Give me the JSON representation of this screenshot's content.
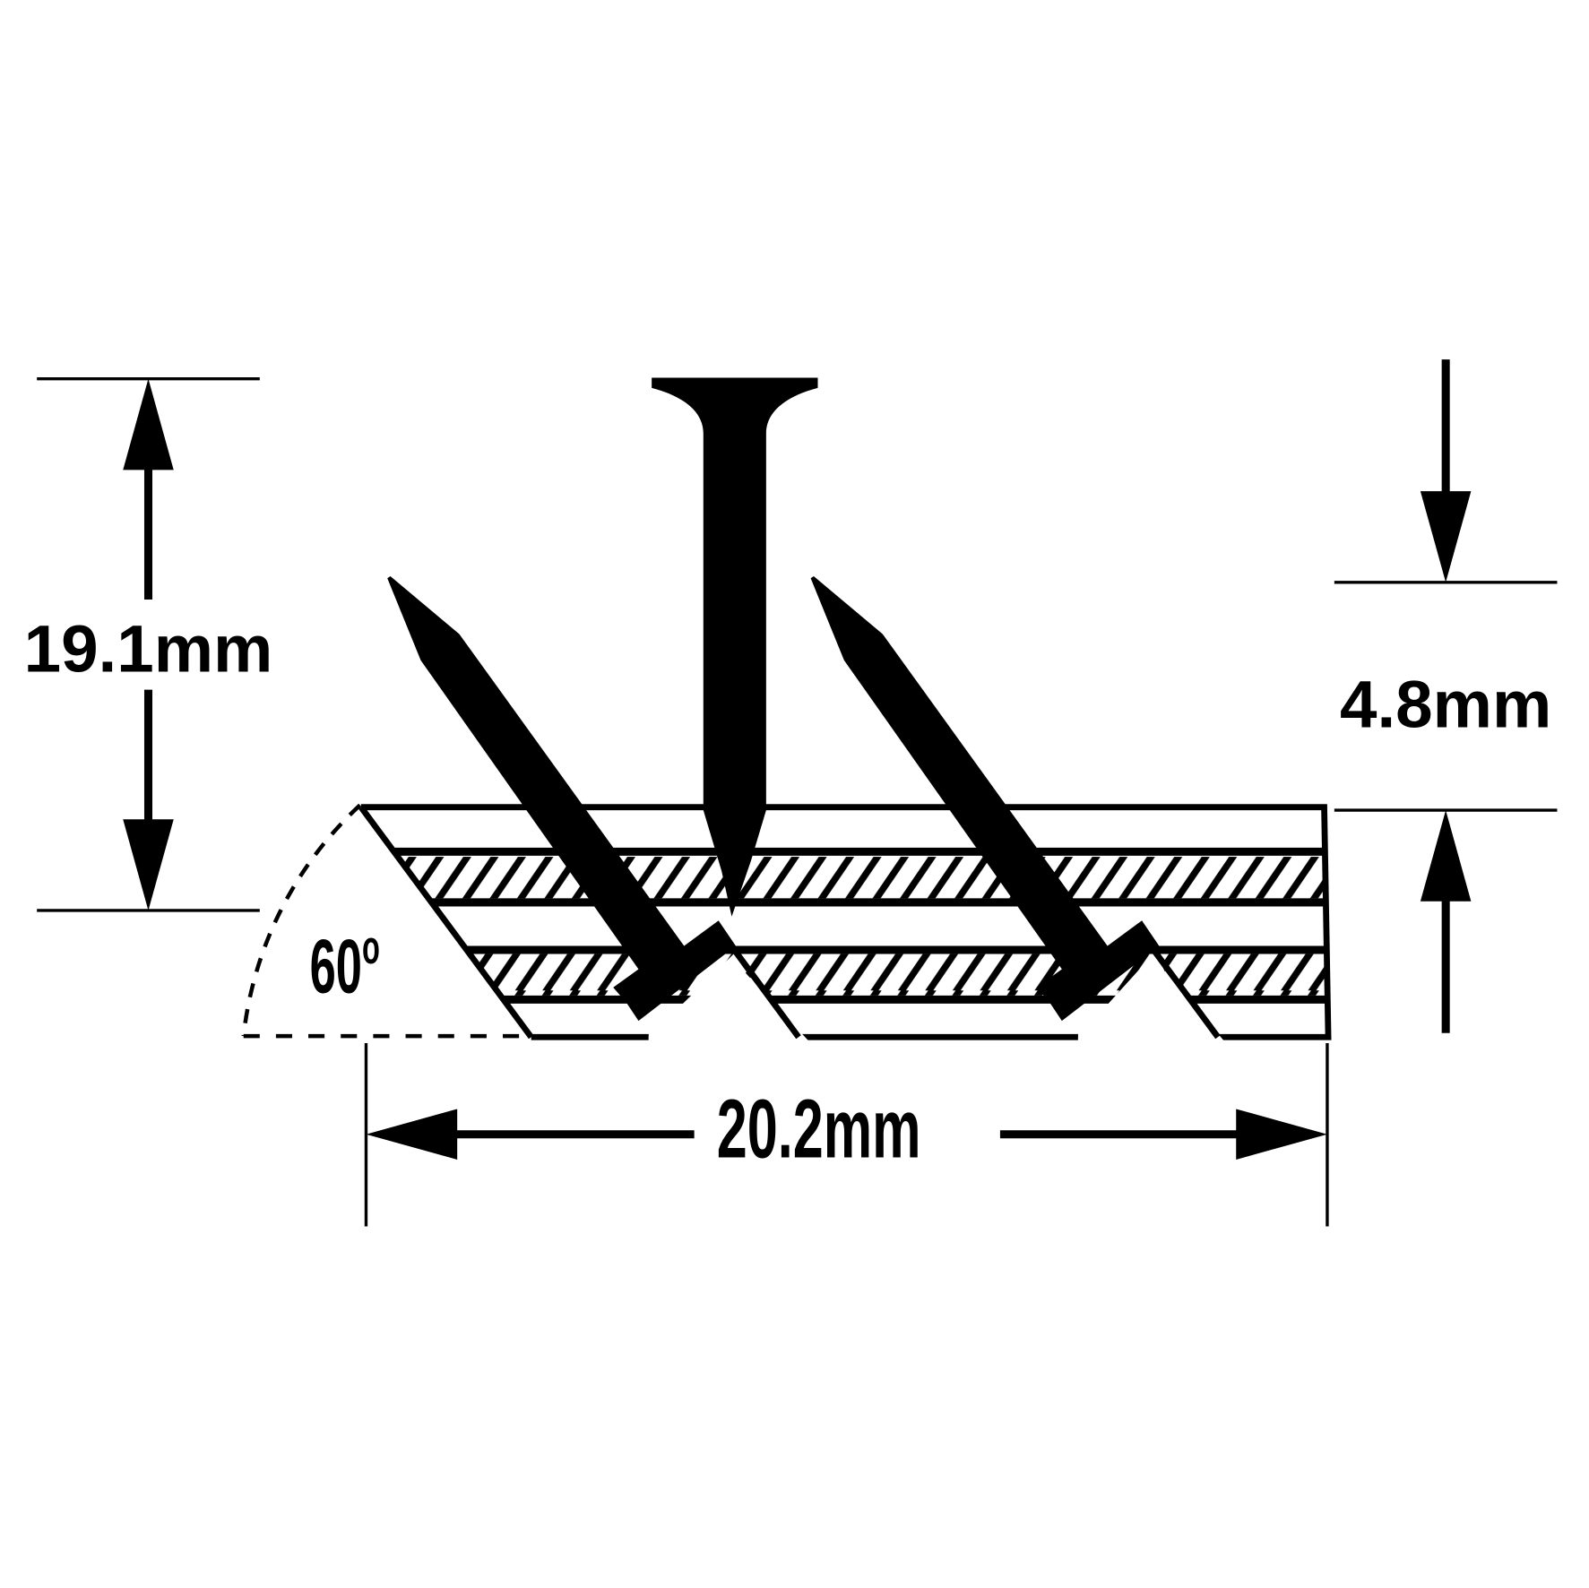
{
  "diagram": {
    "title": "Nail strip angle dimension drawing",
    "colors": {
      "ink": "#000000",
      "background": "#ffffff"
    },
    "dimensions": {
      "height_total": {
        "label": "19.1mm"
      },
      "strip_thickness": {
        "label": "4.8mm"
      },
      "width": {
        "label": "20.2mm"
      },
      "angle": {
        "value": "60",
        "unit": "o"
      }
    },
    "parts": [
      {
        "name": "upright-nail"
      },
      {
        "name": "angled-nail-left"
      },
      {
        "name": "angled-nail-right"
      },
      {
        "name": "collation-strip",
        "layers": [
          "plain",
          "hatched",
          "plain",
          "hatched",
          "plain"
        ]
      }
    ]
  }
}
